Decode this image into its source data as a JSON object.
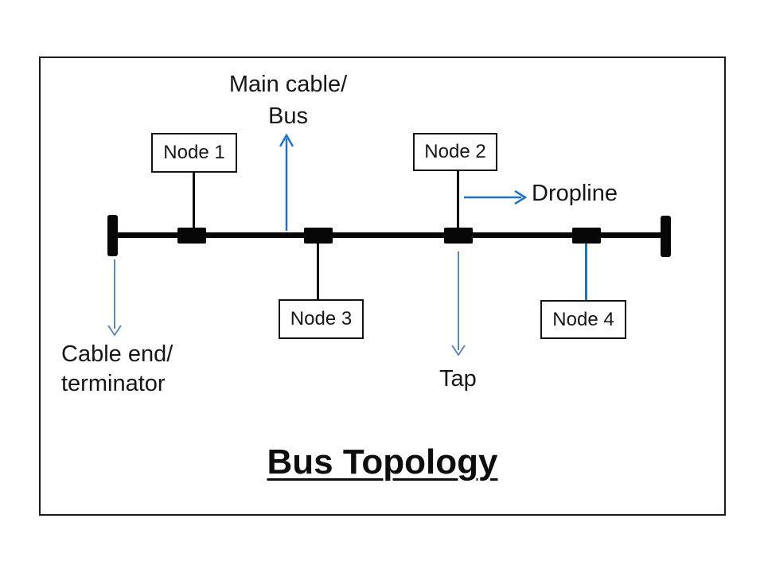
{
  "diagram": {
    "title": "Bus Topology",
    "nodes": [
      {
        "label": "Node 1"
      },
      {
        "label": "Node 2"
      },
      {
        "label": "Node 3"
      },
      {
        "label": "Node 4"
      }
    ],
    "annotations": {
      "main_cable_line1": "Main cable/",
      "main_cable_line2": "Bus",
      "dropline": "Dropline",
      "cable_end_line1": "Cable end/",
      "cable_end_line2": "terminator",
      "tap": "Tap"
    },
    "colors": {
      "bus_cable": "#070707",
      "node_border": "#141414",
      "slide_border": "#1b1b1b",
      "arrow_bright_blue": "#2272c3",
      "arrow_muted_blue": "#6286b4",
      "node4_connector_blue": "#1d74ae",
      "text": "#161616"
    }
  }
}
